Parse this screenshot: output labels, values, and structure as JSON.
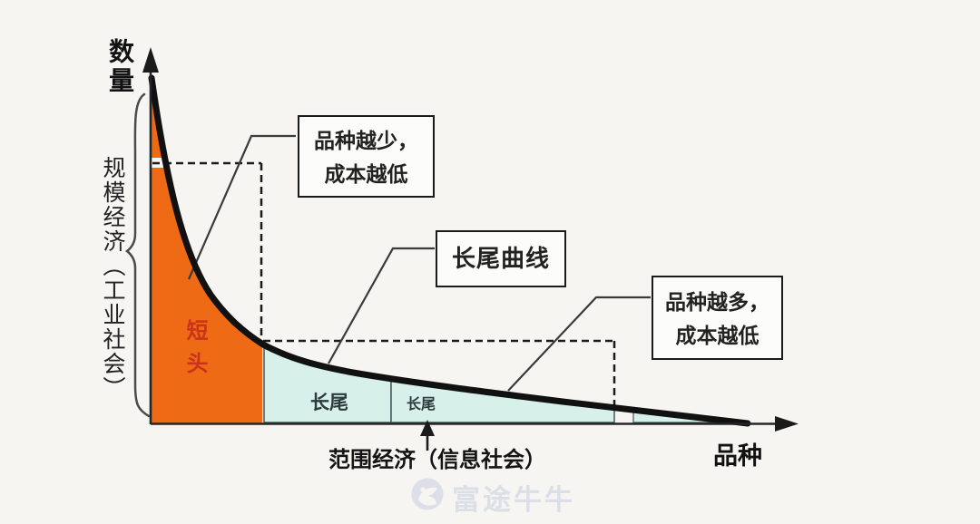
{
  "y_axis": {
    "label": "数量"
  },
  "x_axis": {
    "label": "品种"
  },
  "head_region": {
    "label": "短头"
  },
  "tail_region": {
    "labels": [
      "长尾",
      "长尾"
    ]
  },
  "scale_economy": {
    "label": "规模经济（工业社会）"
  },
  "scope_economy": {
    "label": "范围经济（信息社会）"
  },
  "callouts": {
    "few_varieties": {
      "line1": "品种越少，",
      "line2": "成本越低"
    },
    "long_tail_curve": {
      "label": "长尾曲线"
    },
    "many_varieties": {
      "line1": "品种越多，",
      "line2": "成本越低"
    }
  },
  "watermark": {
    "brand": "富途牛牛",
    "logo": "futu-bull-logo"
  },
  "colors": {
    "head_fill": "#ee6a14",
    "tail_fill": "#d7f0ea",
    "curve": "#111111",
    "head_text": "#c9331a",
    "dashed": "#1a1a1a",
    "watermark": "#dcdfe7",
    "background": "#f6f5f2"
  }
}
